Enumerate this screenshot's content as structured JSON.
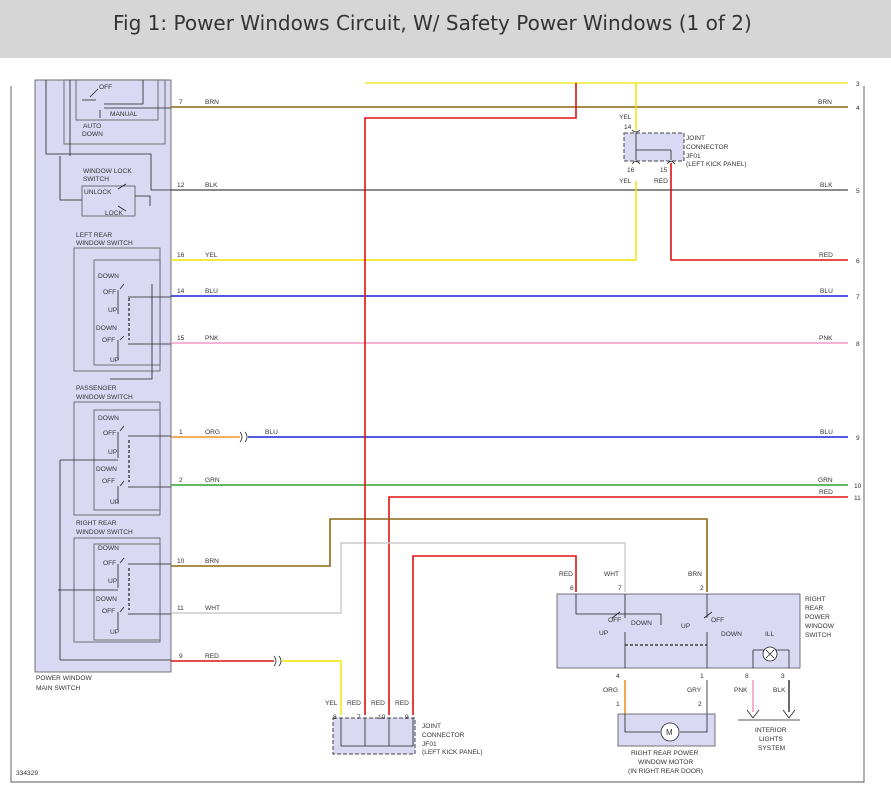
{
  "title": "Fig 1: Power Windows Circuit, W/ Safety Power Windows (1 of 2)",
  "figure_number": "334329",
  "colors": {
    "title_bar": "#d6d6d6",
    "component_fill": "#d9d9f4",
    "BRN": "#8b6914",
    "BLK": "#444444",
    "YEL": "#f2e200",
    "BLU": "#1a24d8",
    "PNK": "#f19cc2",
    "ORG": "#f0922b",
    "GRN": "#2fa32f",
    "RED": "#e01010",
    "WHT": "#cccccc",
    "GRY": "#909090"
  },
  "main_switch": {
    "name_line1": "POWER WINDOW",
    "name_line2": "MAIN SWITCH",
    "driver": {
      "off": "OFF",
      "manual": "MANUAL",
      "auto1": "AUTO",
      "auto2": "DOWN"
    },
    "lock": {
      "title1": "WINDOW LOCK",
      "title2": "SWITCH",
      "unlock": "UNLOCK",
      "lock": "LOCK"
    },
    "left_rear": {
      "title1": "LEFT REAR",
      "title2": "WINDOW SWITCH"
    },
    "passenger": {
      "title1": "PASSENGER",
      "title2": "WINDOW SWITCH"
    },
    "right_rear": {
      "title1": "RIGHT REAR",
      "title2": "WINDOW SWITCH"
    },
    "pos_down": "DOWN",
    "pos_off": "OFF",
    "pos_up": "UP"
  },
  "wires_left": [
    {
      "pin": "7",
      "color": "BRN"
    },
    {
      "pin": "12",
      "color": "BLK"
    },
    {
      "pin": "16",
      "color": "YEL"
    },
    {
      "pin": "14",
      "color": "BLU"
    },
    {
      "pin": "15",
      "color": "PNK"
    },
    {
      "pin": "1",
      "color": "ORG"
    },
    {
      "pin": "2",
      "color": "GRN"
    },
    {
      "pin": "10",
      "color": "BRN"
    },
    {
      "pin": "11",
      "color": "WHT"
    },
    {
      "pin": "9",
      "color": "RED"
    }
  ],
  "wires_right": [
    {
      "ref": "3",
      "color": ""
    },
    {
      "ref": "4",
      "color": "BRN"
    },
    {
      "ref": "5",
      "color": "BLK"
    },
    {
      "ref": "6",
      "color": "RED"
    },
    {
      "ref": "7",
      "color": "BLU"
    },
    {
      "ref": "8",
      "color": "PNK"
    },
    {
      "ref": "9",
      "color": "BLU"
    },
    {
      "ref": "10",
      "color": "GRN"
    },
    {
      "ref": "11",
      "color": "RED"
    }
  ],
  "orange_blue_splice": "BLU",
  "joint_top": {
    "line1": "JOINT",
    "line2": "CONNECTOR",
    "line3": "JF01",
    "line4": "(LEFT KICK PANEL)",
    "pin_top": "14",
    "pin_bl": "16",
    "pin_br": "15",
    "wire_top": "YEL",
    "wire_bl": "YEL",
    "wire_br": "RED"
  },
  "joint_bottom": {
    "line1": "JOINT",
    "line2": "CONNECTOR",
    "line3": "JF01",
    "line4": "(LEFT KICK PANEL)",
    "pins": [
      "8",
      "7",
      "10",
      "9"
    ],
    "wires": [
      "YEL",
      "RED",
      "RED",
      "RED"
    ]
  },
  "rr_switch": {
    "name1": "RIGHT",
    "name2": "REAR",
    "name3": "POWER",
    "name4": "WINDOW",
    "name5": "SWITCH",
    "pins_top": [
      "6",
      "7",
      "2"
    ],
    "wires_top": [
      "RED",
      "WHT",
      "BRN"
    ],
    "off": "OFF",
    "down": "DOWN",
    "up": "UP",
    "ill": "ILL",
    "pins_bottom": [
      "4",
      "1",
      "8",
      "3"
    ],
    "wires_bottom": [
      "ORG",
      "GRY",
      "PNK",
      "BLK"
    ]
  },
  "motor": {
    "symbol": "M",
    "pin_left": "1",
    "pin_right": "2",
    "line1": "RIGHT REAR POWER",
    "line2": "WINDOW MOTOR",
    "line3": "(IN RIGHT REAR DOOR)"
  },
  "lights": {
    "line1": "INTERIOR",
    "line2": "LIGHTS",
    "line3": "SYSTEM"
  }
}
